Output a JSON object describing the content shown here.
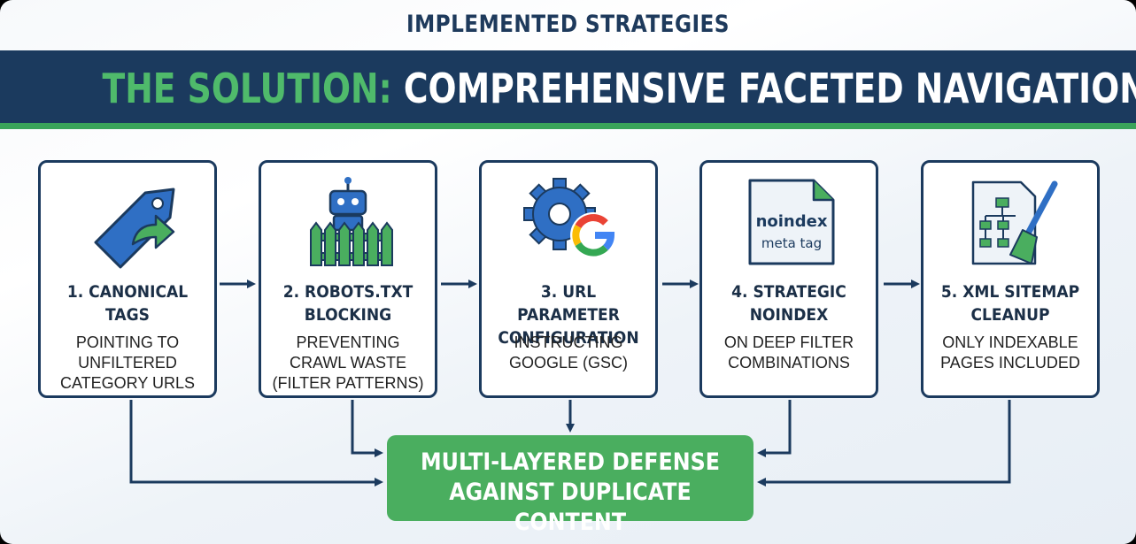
{
  "kicker": "IMPLEMENTED STRATEGIES",
  "banner": {
    "title_accent": "THE SOLUTION:",
    "title_main": "COMPREHENSIVE FACETED NAVIGATION OPTIMIZATION"
  },
  "strategies": [
    {
      "title": "1. CANONICAL\nTAGS",
      "description": "POINTING TO\nUNFILTERED\nCATEGORY URLS",
      "icon": "tag-arrow-icon"
    },
    {
      "title": "2. ROBOTS.TXT\nBLOCKING",
      "description": "PREVENTING\nCRAWL WASTE\n(FILTER PATTERNS)",
      "icon": "robot-fence-icon"
    },
    {
      "title": "3. URL PARAMETER\nCONFIGURATION",
      "description": "INSTRUCTING\nGOOGLE (GSC)",
      "icon": "gear-google-icon"
    },
    {
      "title": "4. STRATEGIC\nNOINDEX",
      "description": "ON DEEP FILTER\nCOMBINATIONS",
      "icon": "noindex-document-icon",
      "icon_text": [
        "noindex",
        "meta tag"
      ]
    },
    {
      "title": "5. XML SITEMAP\nCLEANUP",
      "description": "ONLY INDEXABLE\nPAGES INCLUDED",
      "icon": "sitemap-broom-icon"
    }
  ],
  "result": "MULTI-LAYERED DEFENSE\nAGAINST DUPLICATE CONTENT",
  "colors": {
    "navy": "#1b3a5e",
    "green": "#4aae5f",
    "accent_green": "#4fba6b",
    "icon_blue": "#2f6fc4"
  }
}
